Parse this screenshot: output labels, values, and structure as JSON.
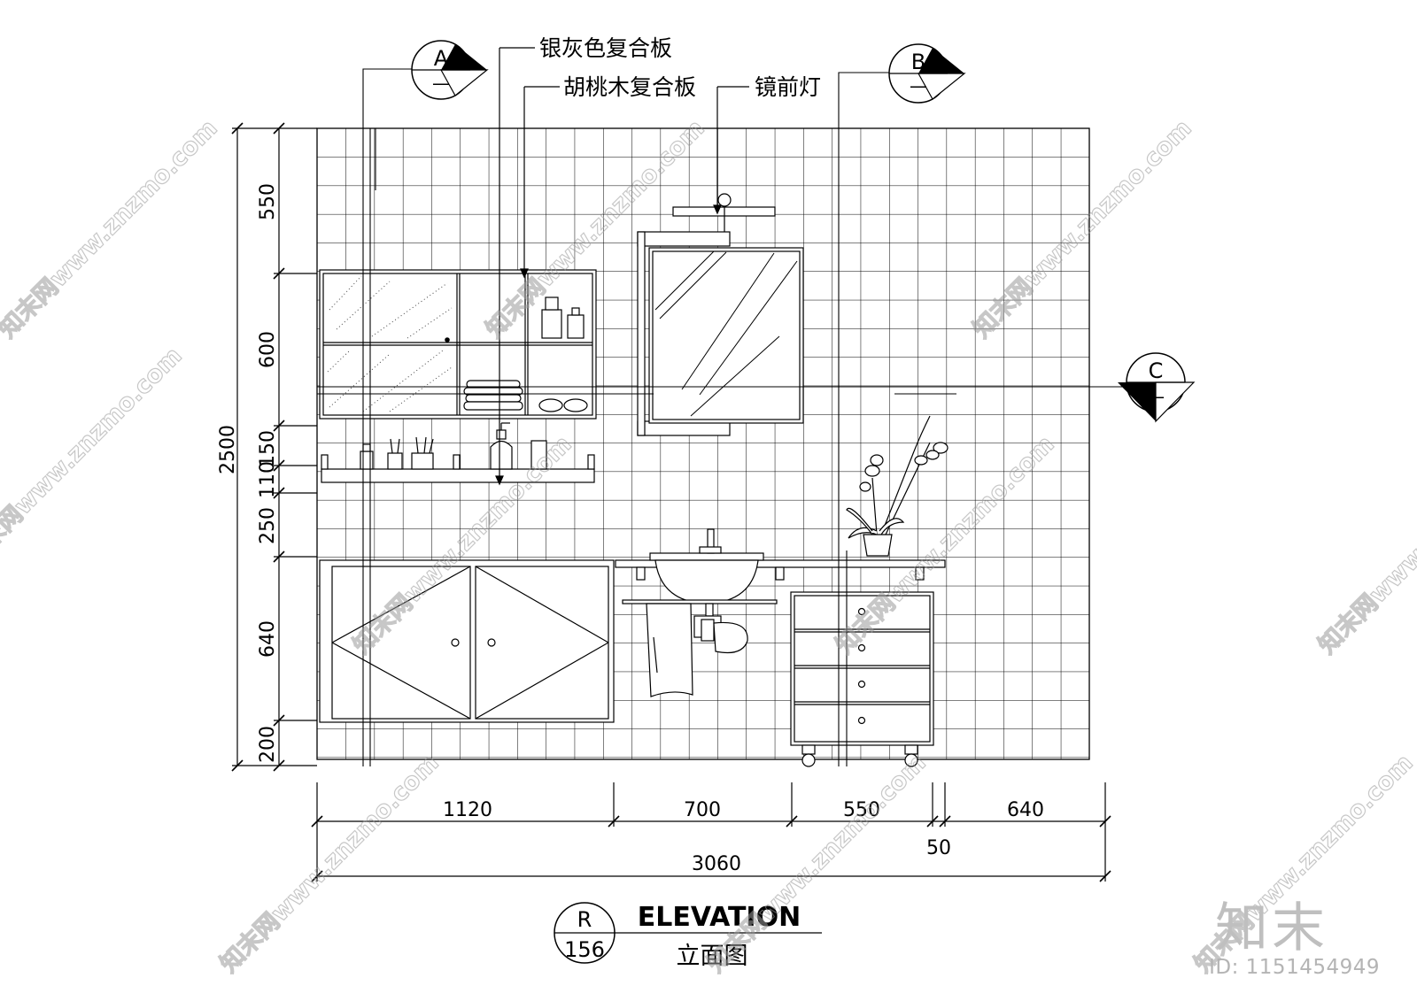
{
  "callouts": {
    "marker_a": {
      "letter": "A",
      "sub": "—"
    },
    "marker_b": {
      "letter": "B",
      "sub": "—"
    },
    "marker_c": {
      "letter": "C",
      "sub": "—"
    },
    "label_silver_panel": "银灰色复合板",
    "label_walnut_panel": "胡桃木复合板",
    "label_mirror_light": "镜前灯"
  },
  "dimensions": {
    "vertical": {
      "total": "2500",
      "segments": [
        "550",
        "600",
        "150",
        "110",
        "250",
        "640",
        "200"
      ]
    },
    "horizontal": {
      "segments": [
        "1120",
        "700",
        "550",
        "50",
        "640"
      ],
      "total": "3060"
    }
  },
  "title_block": {
    "marker_letter": "R",
    "marker_number": "156",
    "title_en": "ELEVATION",
    "title_cn": "立面图"
  },
  "branding": {
    "logo_text": "知末",
    "id_text": "ID: 1151454949",
    "watermark_text": "知末网www.znzmo.com"
  }
}
